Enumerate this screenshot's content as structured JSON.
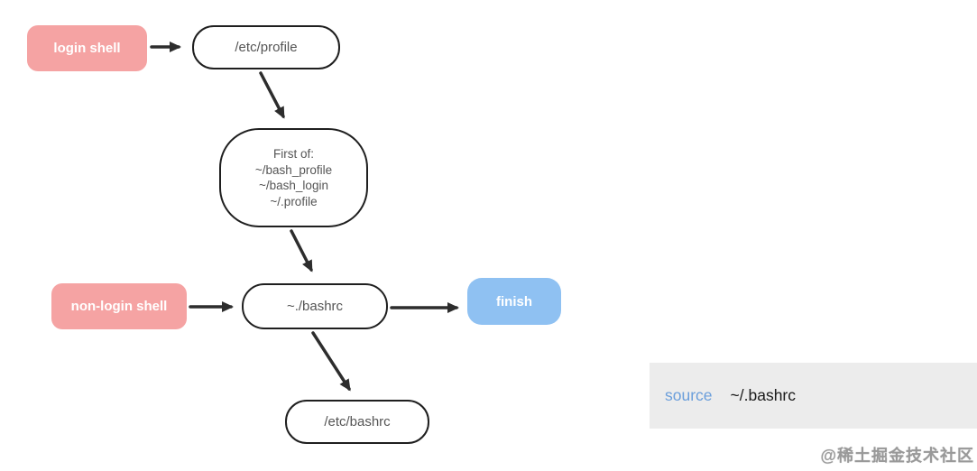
{
  "diagram": {
    "nodes": {
      "login_shell": {
        "label": "login shell",
        "style": "pink"
      },
      "etc_profile": {
        "label": "/etc/profile",
        "style": "outline"
      },
      "first_of": {
        "line1": "First of:",
        "line2": "~/bash_profile",
        "line3": "~/bash_login",
        "line4": "~/.profile",
        "style": "outline"
      },
      "non_login_shell": {
        "label": "non-login shell",
        "style": "pink"
      },
      "bashrc": {
        "label": "~./bashrc",
        "style": "outline"
      },
      "finish": {
        "label": "finish",
        "style": "blue"
      },
      "etc_bashrc": {
        "label": "/etc/bashrc",
        "style": "outline"
      }
    },
    "edges": [
      {
        "from": "login_shell",
        "to": "etc_profile"
      },
      {
        "from": "etc_profile",
        "to": "first_of"
      },
      {
        "from": "first_of",
        "to": "bashrc"
      },
      {
        "from": "non_login_shell",
        "to": "bashrc"
      },
      {
        "from": "bashrc",
        "to": "finish"
      },
      {
        "from": "bashrc",
        "to": "etc_bashrc"
      }
    ],
    "colors": {
      "pink_node": "#f5a3a3",
      "blue_node": "#8fc1f2",
      "outline_border": "#1f1f1f",
      "node_text_gray": "#555555",
      "arrow": "#2d2d2d"
    }
  },
  "code_block": {
    "keyword": "source",
    "argument": "~/.bashrc",
    "background": "#ececec",
    "keyword_color": "#6a9edb"
  },
  "watermark": {
    "text": "@稀土掘金技术社区"
  }
}
